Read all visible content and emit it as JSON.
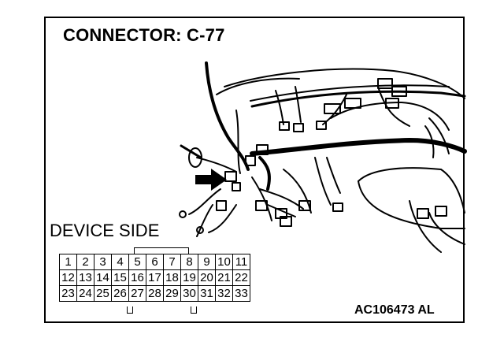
{
  "diagram": {
    "title": "CONNECTOR: C-77",
    "device_side_label": "DEVICE SIDE",
    "reference_code": "AC106473 AL",
    "pin_rows": [
      [
        "1",
        "2",
        "3",
        "4",
        "5",
        "6",
        "7",
        "8",
        "9",
        "10",
        "11"
      ],
      [
        "12",
        "13",
        "14",
        "15",
        "16",
        "17",
        "18",
        "19",
        "20",
        "21",
        "22"
      ],
      [
        "23",
        "24",
        "25",
        "26",
        "27",
        "28",
        "29",
        "30",
        "31",
        "32",
        "33"
      ]
    ]
  }
}
